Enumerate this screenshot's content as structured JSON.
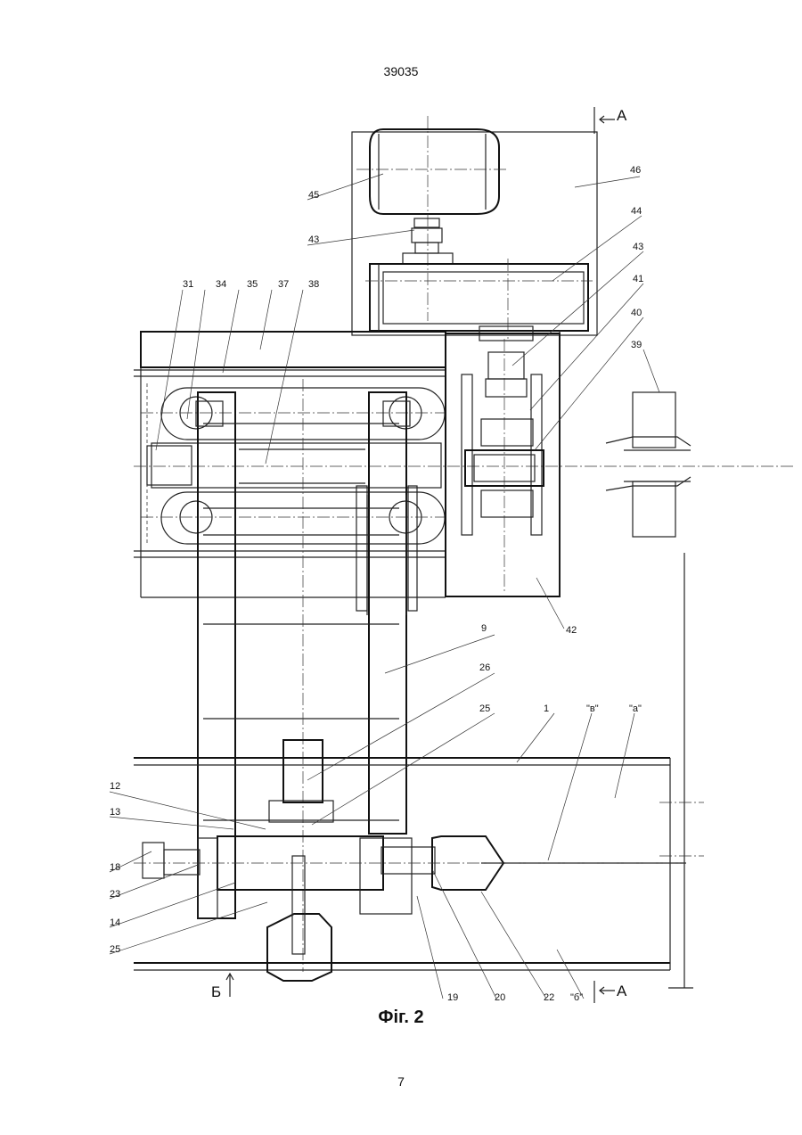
{
  "header": {
    "patent_number": "39035"
  },
  "figure": {
    "caption": "Фіг. 2"
  },
  "footer": {
    "page_number": "7"
  },
  "section_marks": {
    "a_top": "А",
    "a_bottom": "А",
    "b_bottom": "Б"
  },
  "labels": {
    "l45": "45",
    "l46": "46",
    "l43a": "43",
    "l44": "44",
    "l43b": "43",
    "l41": "41",
    "l40": "40",
    "l39": "39",
    "l31": "31",
    "l34": "34",
    "l35": "35",
    "l37": "37",
    "l38": "38",
    "l42": "42",
    "l9": "9",
    "l26": "26",
    "l25a": "25",
    "l1": "1",
    "lv": "\"в\"",
    "la": "\"а\"",
    "l12": "12",
    "l13": "13",
    "l18": "18",
    "l23": "23",
    "l14": "14",
    "l25b": "25",
    "l19": "19",
    "l20": "20",
    "l22": "22",
    "lb": "\"б\""
  }
}
